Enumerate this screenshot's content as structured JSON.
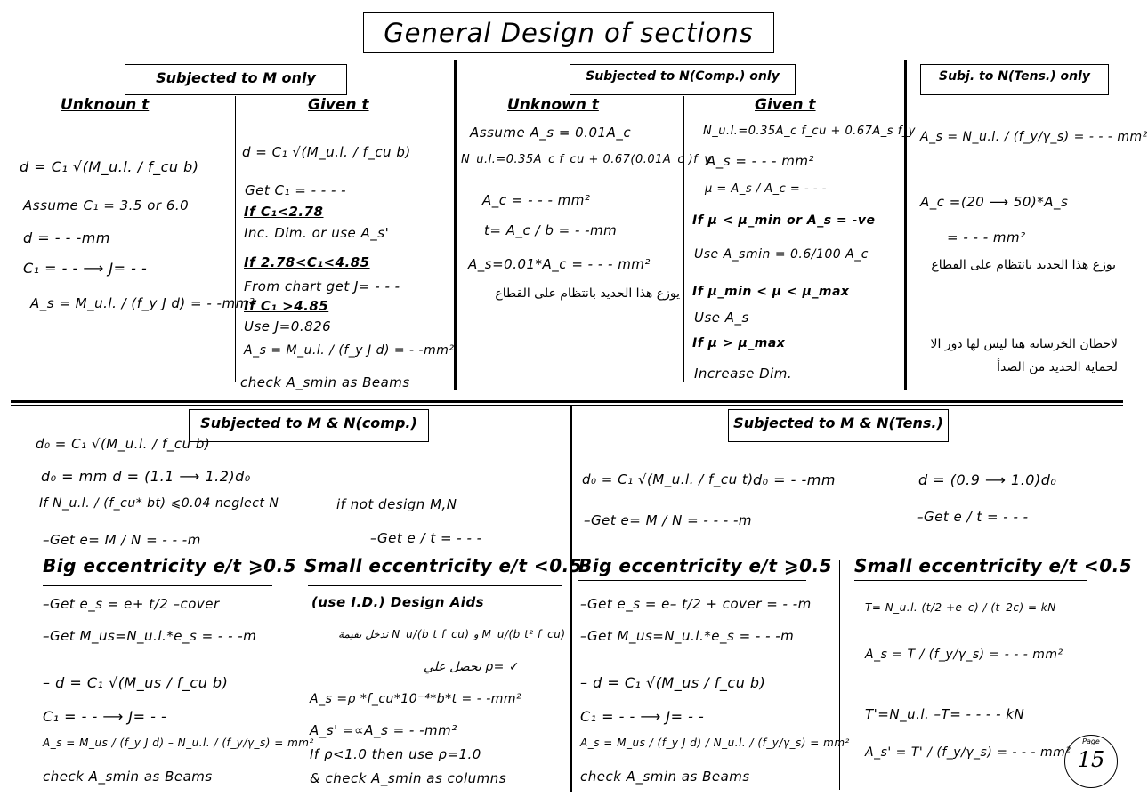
{
  "title": "General Design of sections",
  "panels": {
    "m_only": {
      "header": "Subjected to M only",
      "unknown_t": "Unknoun t",
      "given_t": "Given t",
      "left": [
        "d  =  C₁ √(M_u.l. / f_cu b)",
        "Assume C₁ = 3.5  or  6.0",
        "d  =  - - -mm",
        "C₁ = - -  ⟶     J= - -",
        "A_s = M_u.l. / (f_y J  d)  = - -mm²"
      ],
      "right": [
        "d  =  C₁ √(M_u.l. / f_cu  b)",
        "Get   C₁ = - - - -",
        "If  C₁<2.78",
        "Inc. Dim.  or  use  A_s'",
        "If  2.78<C₁<4.85",
        "From chart get J= - - -",
        "If  C₁ >4.85",
        "Use  J=0.826",
        "A_s = M_u.l. / (f_y J  d)  = - -mm²",
        "check  A_smin   as Beams"
      ]
    },
    "n_comp": {
      "header": "Subjected to N(Comp.) only",
      "unknown_t": "Unknown  t",
      "given_t": "Given  t",
      "left": [
        "Assume    A_s =  0.01A_c",
        "N_u.l.=0.35A_c f_cu  +  0.67(0.01A_c )f_y",
        "A_c = - - -  mm²",
        "t=  A_c / b  = - -mm",
        "A_s=0.01*A_c = - - -  mm²",
        "يوزع هذا الحديد بانتظام على القطاع"
      ],
      "right": [
        "N_u.l.=0.35A_c f_cu  +  0.67A_s f_y",
        "A_s = - - -  mm²",
        "μ = A_s / A_c = - - -",
        "If  μ < μ_min     or A_s = -ve",
        "Use  A_smin = 0.6/100 A_c",
        "If  μ_min < μ < μ_max",
        "Use  A_s",
        "If  μ > μ_max",
        "Increase  Dim."
      ]
    },
    "n_tens": {
      "header": "Subj. to N(Tens.) only",
      "items": [
        "A_s = N_u.l. / (f_y/γ_s)  = - - -   mm²",
        "A_c =(20  ⟶  50)*A_s",
        "= - - -  mm²",
        "يوزع هذا الحديد بانتظام على القطاع",
        "لاحظان الخرسانة هنا ليس لها دور الا لحماية الحديد من الصدأ"
      ]
    },
    "mn_comp": {
      "header": "Subjected to M & N(comp.)",
      "top": [
        "d₀ =  C₁ √(M_u.l. / f_cu  b)",
        "d₀ =        mm     d  =  (1.1 ⟶ 1.2)d₀",
        "If    N_u.l. / (f_cu* bt) ⩽0.04  neglect  N",
        "if  not  design  M,N",
        "–Get   e= M / N  = - - -m",
        "–Get   e / t = - - -"
      ],
      "big_title": "Big  eccentricity  e/t ⩾0.5",
      "big": [
        "–Get    e_s = e+ t/2 –cover",
        "–Get     M_us=N_u.l.*e_s = - - -m",
        "– d  =  C₁ √(M_us / f_cu  b)",
        "C₁ = - -   ⟶       J= - -",
        "A_s = M_us / (f_y J  d)  –  N_u.l. / (f_y/γ_s)  =     mm²",
        "check  A_smin    as  Beams"
      ],
      "small_title": "Small  eccentricity  e/t <0.5",
      "small": [
        "(use I.D.) Design Aids",
        "ندخل بقيمة  N_u/(b t f_cu)  و  M_u/(b t² f_cu)",
        "نحصل علي  ρ= ✓",
        "A_s =ρ *f_cu*10⁻⁴*b*t   = - -mm²",
        "A_s' =∝A_s = - -mm²",
        "If ρ<1.0   then  use ρ=1.0",
        "& check  A_smin   as  columns"
      ]
    },
    "mn_tens": {
      "header": "Subjected to M & N(Tens.)",
      "top": [
        "d₀ =  C₁ √(M_u.l. / f_cu  t)",
        "d₀ =  - -mm",
        "d  =  (0.9 ⟶ 1.0)d₀",
        "–Get   e= M / N  = - - - -m",
        "–Get  e / t = - - -"
      ],
      "big_title": "Big  eccentricity  e/t ⩾0.5",
      "big": [
        "–Get    e_s = e– t/2 + cover = - -m",
        "–Get     M_us=N_u.l.*e_s = - - -m",
        "– d  =  C₁ √(M_us / f_cu  b)",
        "C₁ = - -   ⟶       J= - -",
        "A_s = M_us / (f_y J  d)  /  N_u.l. / (f_y/γ_s)  =       mm²",
        "check  A_smin   as  Beams"
      ],
      "small_title": "Small  eccentricity  e/t <0.5",
      "small": [
        "T=  N_u.l. (t/2 +e–c) / (t–2c)  =    kN",
        "A_s = T / (f_y/γ_s) = - - -   mm²",
        "T'=N_u.l. –T= - - - -  kN",
        "A_s' = T' / (f_y/γ_s) = - - -   mm²"
      ]
    }
  },
  "page_stamp": {
    "label": "Page",
    "number": "15"
  }
}
